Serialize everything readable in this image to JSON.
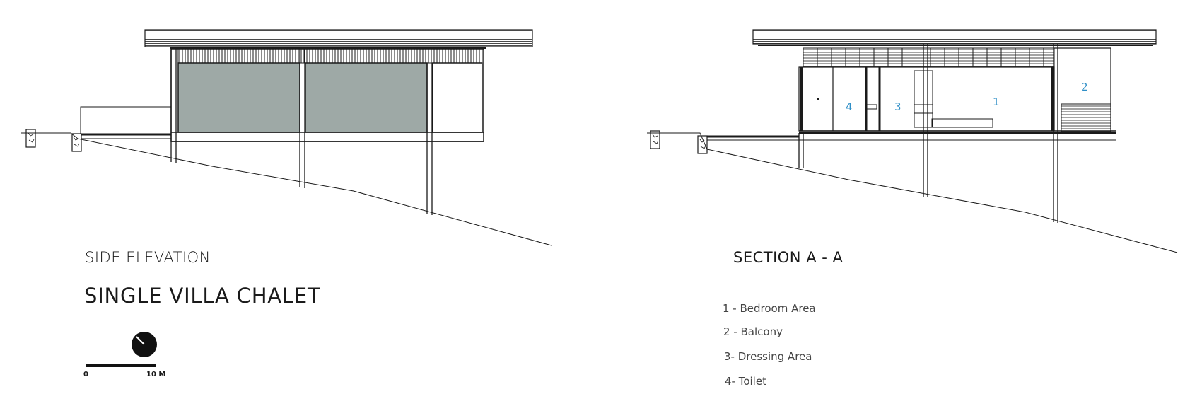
{
  "side_elevation": {
    "label": "SIDE ELEVATION",
    "project_title": "SINGLE VILLA CHALET",
    "scale_bar": {
      "start_label": "0",
      "end_label": "10 M"
    }
  },
  "section": {
    "label": "SECTION A - A",
    "room_numbers": [
      "1",
      "2",
      "3",
      "4"
    ],
    "legend": [
      "1 - Bedroom Area",
      "2 - Balcony",
      "3- Dressing Area",
      "4- Toilet"
    ]
  },
  "colors": {
    "glazing": "#9ea9a6",
    "line": "#1a1a1a",
    "room_number": "#2f8fc7",
    "legend_text": "#444444"
  },
  "icons": [
    "north-arrow-icon"
  ]
}
